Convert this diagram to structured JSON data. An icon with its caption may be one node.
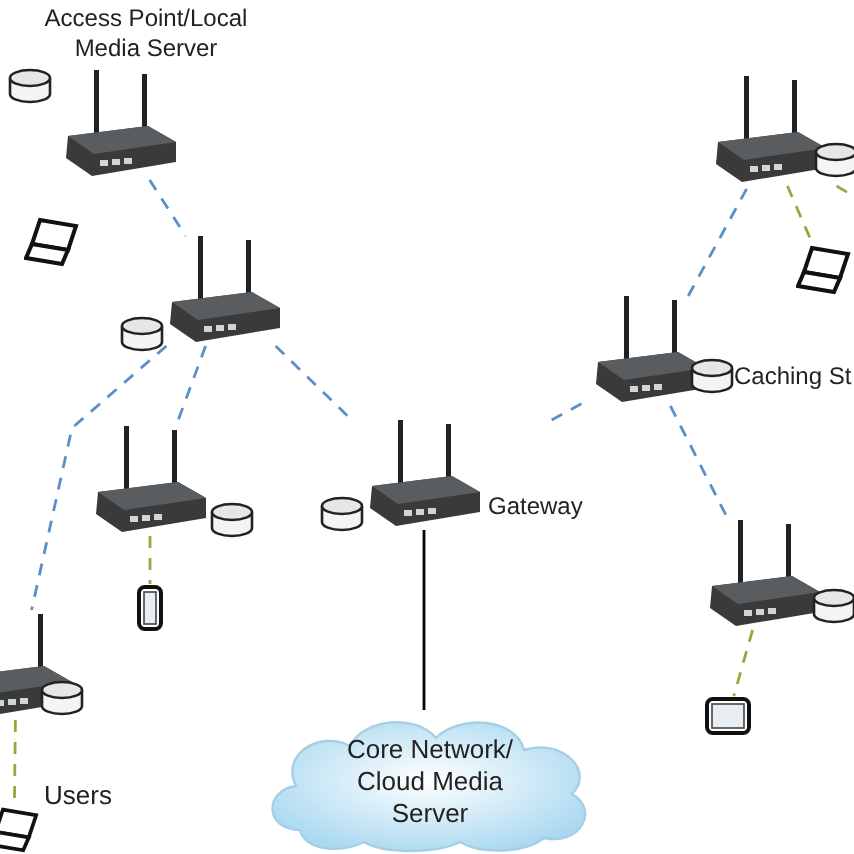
{
  "diagram": {
    "nodes": [
      {
        "text": [
          "Access Point/Local Media Server"
        ]
      },
      {
        "text": [],
        "shape": "router"
      },
      {
        "text": [],
        "shape": "laptop"
      },
      {
        "text": [],
        "shape": "laptop"
      },
      {
        "text": [],
        "shape": "router"
      },
      {
        "text": [
          "Caching St"
        ]
      },
      {
        "text": [],
        "shape": "router"
      },
      {
        "text": [
          "Gateway"
        ]
      },
      {
        "text": [],
        "shape": "phone"
      },
      {
        "text": [],
        "shape": "router"
      },
      {
        "text": [],
        "shape": "router"
      },
      {
        "text": [],
        "shape": "phone"
      },
      {
        "text": [
          "Core Network/ Cloud Media Server"
        ]
      },
      {
        "text": [],
        "shape": "laptop",
        "beside": [
          "Users"
        ]
      }
    ],
    "edges": [
      {
        "from": 0,
        "to": 4,
        "arrow": "none",
        "style": "dashed"
      },
      {
        "from": 4,
        "to": 6,
        "arrow": "none",
        "style": "dashed"
      },
      {
        "from": 4,
        "to": 10,
        "arrow": "none",
        "style": "dashed"
      },
      {
        "from": 4,
        "to": 7,
        "arrow": "none",
        "style": "dashed"
      },
      {
        "from": 7,
        "to": 5,
        "arrow": "none",
        "style": "dashed"
      },
      {
        "from": 5,
        "to": 1,
        "arrow": "none",
        "style": "dashed"
      },
      {
        "from": 5,
        "to": 9,
        "arrow": "none",
        "style": "dashed"
      },
      {
        "from": 7,
        "to": 12,
        "arrow": "none",
        "color": "#000000"
      },
      {
        "from": 1,
        "to": 3,
        "arrow": "none",
        "style": "dashed",
        "color": "#9da53f"
      },
      {
        "from": 1,
        "to": null,
        "arrow": "none",
        "style": "dashed",
        "color": "#9da53f"
      },
      {
        "from": 6,
        "to": 8,
        "arrow": "none",
        "style": "dashed",
        "color": "#9da53f"
      },
      {
        "from": 9,
        "to": 11,
        "arrow": "none",
        "style": "dashed",
        "color": "#9da53f"
      },
      {
        "from": 10,
        "to": 13,
        "arrow": "none",
        "style": "dashed",
        "color": "#9da53f"
      }
    ]
  }
}
